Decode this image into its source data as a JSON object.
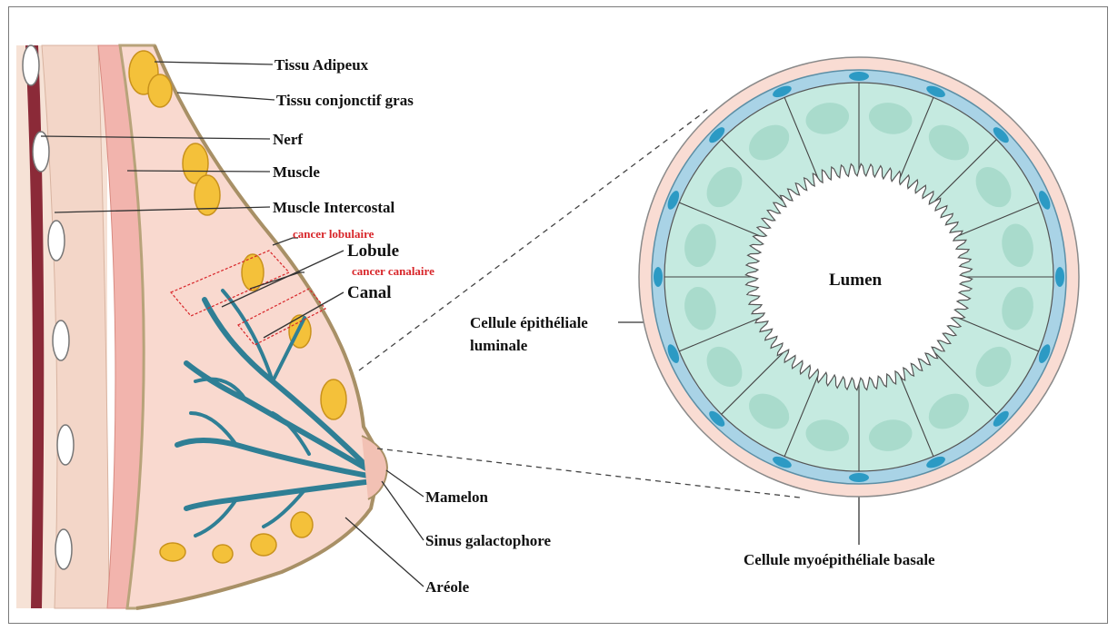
{
  "labels": {
    "tissu_adipeux": "Tissu Adipeux",
    "tissu_conjonctif": "Tissu conjonctif gras",
    "nerf": "Nerf",
    "muscle": "Muscle",
    "muscle_intercostal": "Muscle Intercostal",
    "cancer_lobulaire": "cancer lobulaire",
    "lobule": "Lobule",
    "cancer_canalaire": "cancer canalaire",
    "canal": "Canal",
    "mamelon": "Mamelon",
    "sinus": "Sinus galactophore",
    "areole": "Aréole",
    "lumen": "Lumen",
    "cellule_epitheliale_1": "Cellule épithéliale",
    "cellule_epitheliale_2": "luminale",
    "cellule_myo": "Cellule myoépithéliale basale"
  },
  "colors": {
    "skin": "#f9d9cf",
    "muscle_pink": "#f2b4ad",
    "rib_dark": "#8b2a38",
    "fat_yellow": "#f4c13a",
    "duct_blue": "#2f7f95",
    "epithelial": "#c5eae0",
    "myo_blue": "#a9d3e6",
    "accent_red": "#d8262a"
  },
  "icons": [
    "rib-icon",
    "fat-lobule-icon",
    "duct-tree-icon",
    "duct-cross-section-icon"
  ]
}
